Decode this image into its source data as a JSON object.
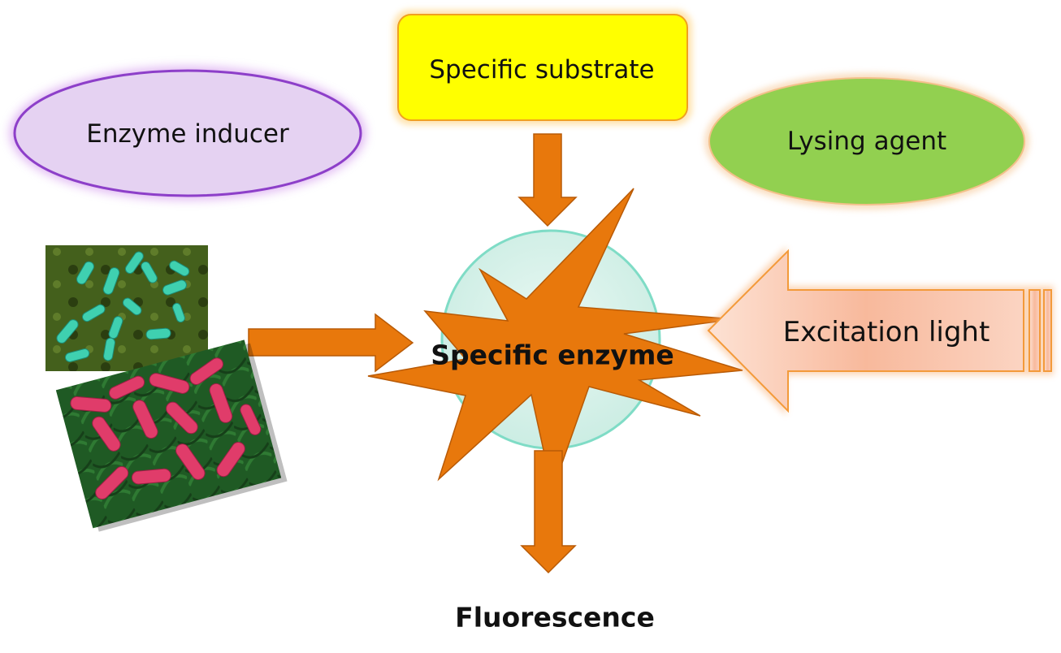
{
  "diagram": {
    "enzyme_inducer": "Enzyme inducer",
    "specific_substrate": "Specific substrate",
    "lysing_agent": "Lysing agent",
    "specific_enzyme": "Specific enzyme",
    "excitation_light": "Excitation light",
    "fluorescence": "Fluorescence"
  },
  "colors": {
    "arrow_fill": "#e8780c",
    "arrow_stroke": "#b85a06",
    "inducer_fill": "#e5d2f2",
    "inducer_stroke": "#8d3fc9",
    "substrate_fill": "#ffff00",
    "substrate_stroke": "#f0a020",
    "lysing_fill": "#92d050",
    "lysing_stroke": "#f3c08a",
    "light_fill": "#f9c0a7",
    "light_stroke": "#f39a3a",
    "circle_fill": "#d8f0ea",
    "circle_stroke": "#7fdcc6"
  },
  "images": [
    {
      "name": "green-bacteria-micrograph",
      "color": "#3a5a1a"
    },
    {
      "name": "red-bacteria-micrograph",
      "color": "#1f5a24"
    }
  ]
}
